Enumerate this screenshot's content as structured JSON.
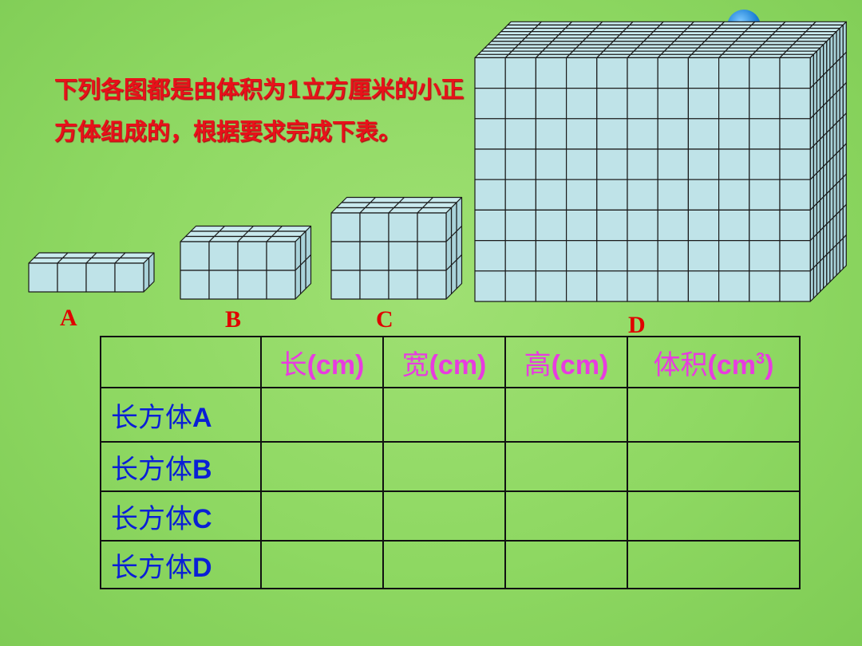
{
  "instruction": "下列各图都是由体积为1立方厘米的小正方体组成的，根据要求完成下表。",
  "solids": [
    {
      "label": "A",
      "cols": 4,
      "rows": 1,
      "depth": 2
    },
    {
      "label": "B",
      "cols": 4,
      "rows": 2,
      "depth": 3
    },
    {
      "label": "C",
      "cols": 4,
      "rows": 3,
      "depth": 3
    },
    {
      "label": "D",
      "cols": 11,
      "rows": 8,
      "depth": 11
    }
  ],
  "table": {
    "headers": [
      {
        "name": "长",
        "unit": "(cm)",
        "sup": ""
      },
      {
        "name": "宽",
        "unit": "(cm)",
        "sup": ""
      },
      {
        "name": "高",
        "unit": "(cm)",
        "sup": ""
      },
      {
        "name": "体积",
        "unit": "(cm",
        "sup": "3",
        "tail": ")"
      }
    ],
    "rows": [
      {
        "prefix": "长方体",
        "letter": "A"
      },
      {
        "prefix": "长方体",
        "letter": "B"
      },
      {
        "prefix": "长方体",
        "letter": "C"
      },
      {
        "prefix": "长方体",
        "letter": "D"
      }
    ]
  },
  "colors": {
    "cube_front": "#bfe3e8",
    "cube_top": "#c9eaee",
    "cube_side": "#a9d3da",
    "cube_edge": "#1a1a1a",
    "title_red": "#e8111a",
    "header_pink": "#e83be0",
    "row_blue": "#0a1fd6"
  }
}
